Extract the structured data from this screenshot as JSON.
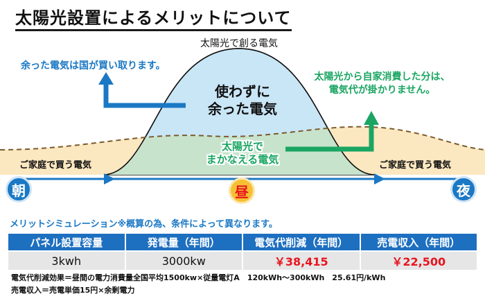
{
  "page": {
    "title": "太陽光設置によるメリットについて"
  },
  "diagram": {
    "curve_label": "太陽光で創る電気",
    "surplus_sold": "余った電気は国が買い取ります。",
    "self_use_line1": "太陽光から自家消費した分は、",
    "self_use_line2": "電気代が掛かりません。",
    "surplus_line1": "使わずに",
    "surplus_line2": "余った電気",
    "covered_line1": "太陽光で",
    "covered_line2": "まかなえる電気",
    "bought_left": "ご家庭で買う電気",
    "bought_right": "ご家庭で買う電気",
    "time_morning": "朝",
    "time_noon": "昼",
    "time_night": "夜"
  },
  "simulation": {
    "heading": "メリットシミュレーション※概算の為、条件によって異なります。",
    "columns": [
      "パネル設置容量",
      "発電量（年間）",
      "電気代削減（年間）",
      "売電収入（年間）"
    ],
    "row": [
      "3kwh",
      "3000kw",
      "￥38,415",
      "￥22,500"
    ],
    "note1": "電気代削減効果＝昼間の電力消費量全国平均1500kw×従量電灯A　120kWh～300kWh　25.61円/kWh",
    "note2": "売電収入＝売電単価15円×余剰電力"
  },
  "colors": {
    "blue": "#1b78c4",
    "green": "#1aa562",
    "red": "#e8141e",
    "surplus_fill": "#c9e6f7",
    "consumption_fill": "#fbe7c0",
    "covered_fill": "#c8e3cc",
    "timeline": "#1b78c4",
    "noon_circle": "#f6c033"
  }
}
